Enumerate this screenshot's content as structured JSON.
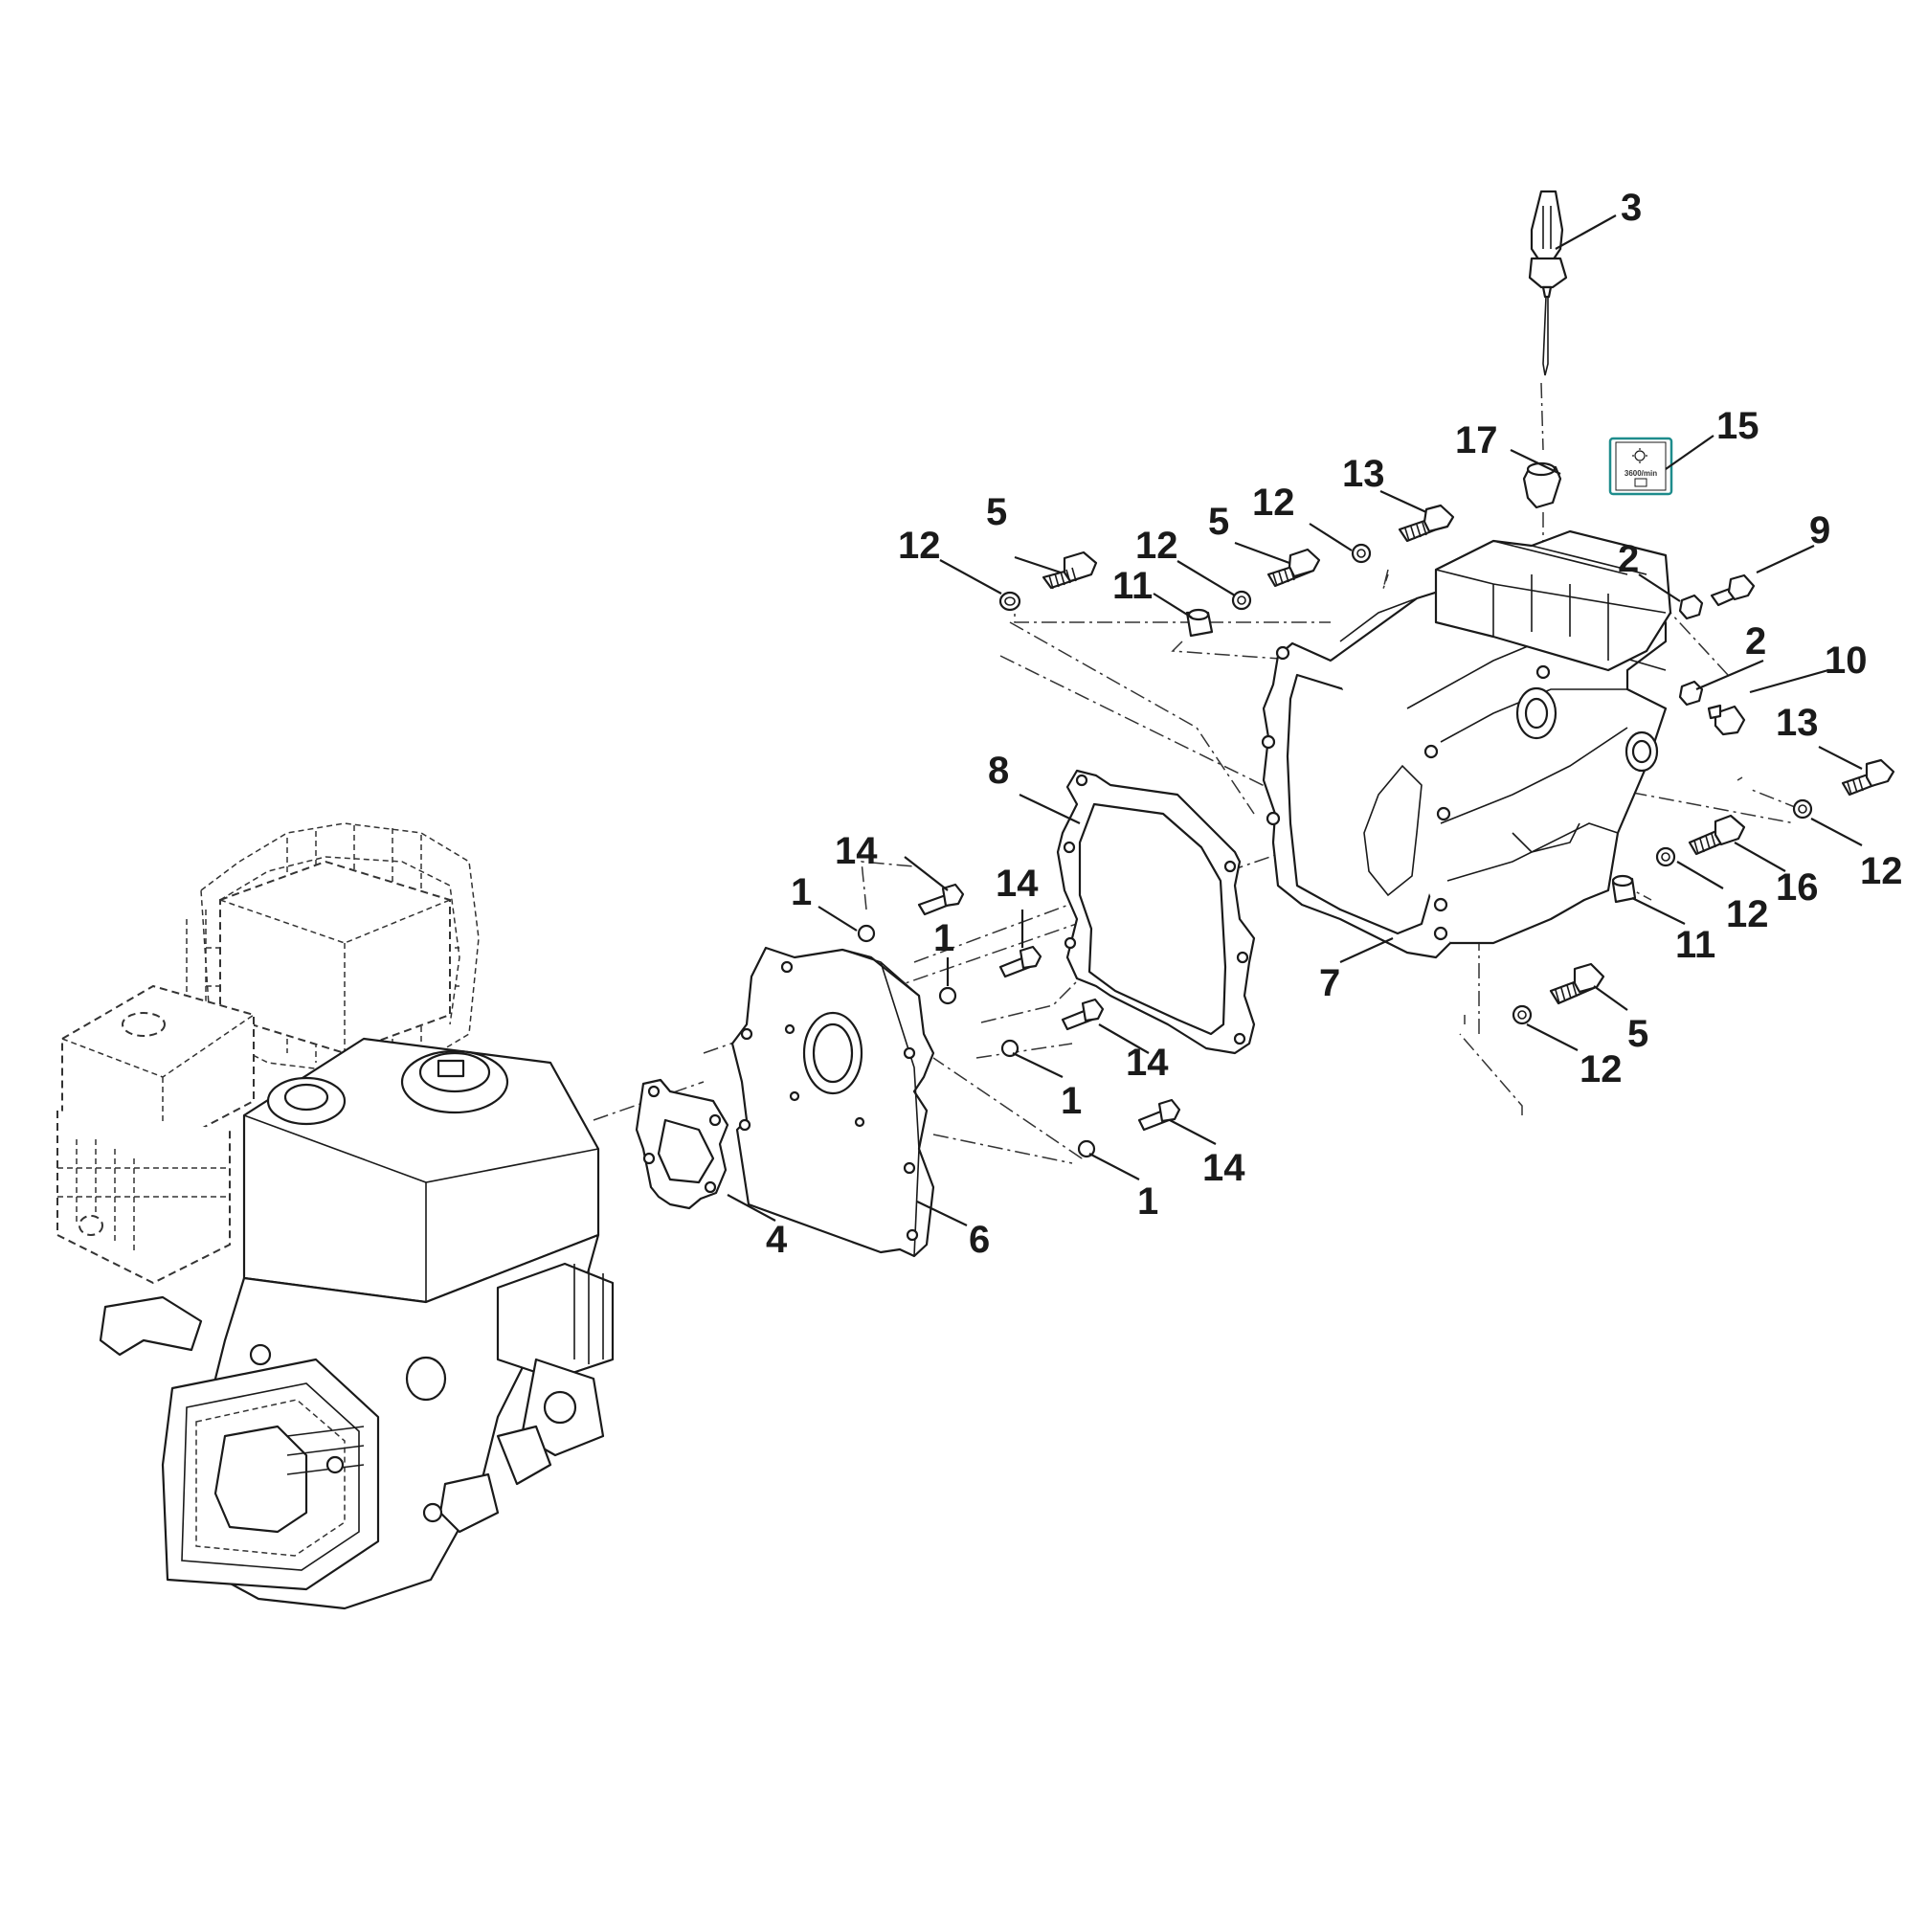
{
  "diagram": {
    "callouts": [
      "1",
      "2",
      "3",
      "4",
      "5",
      "6",
      "7",
      "8",
      "9",
      "10",
      "11",
      "12",
      "13",
      "14",
      "15",
      "16",
      "17"
    ],
    "label_15_text": "3600/min"
  }
}
